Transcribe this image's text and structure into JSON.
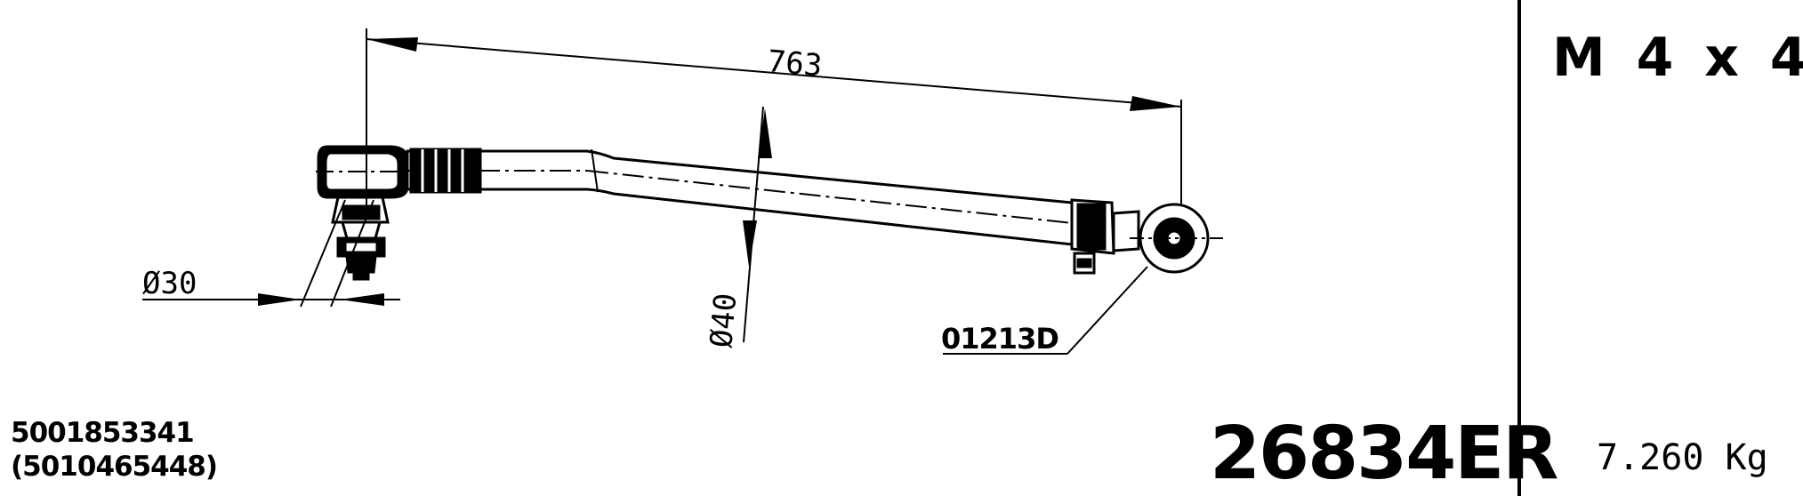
{
  "drawing": {
    "dimension_length": "763",
    "dimension_tube_diameter": "Ø40",
    "dimension_ball_diameter": "Ø30",
    "joint_code": "01213D"
  },
  "part_number": "26834ER",
  "references": {
    "primary": "5001853341",
    "secondary": "(5010465448)"
  },
  "thread_spec": "M 4 x 4",
  "weight": "7.260 Kg"
}
